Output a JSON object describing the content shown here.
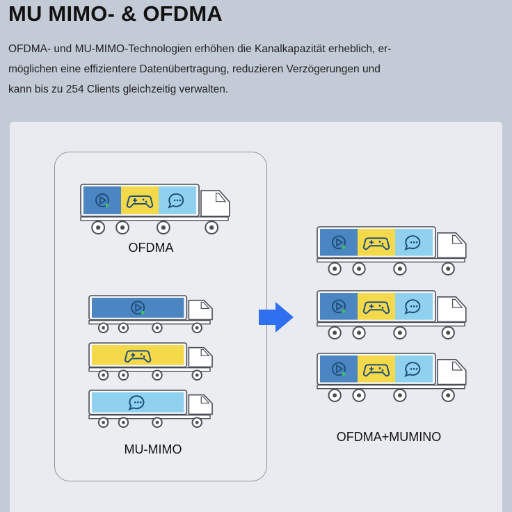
{
  "header": {
    "title": "MU MIMO- & OFDMA",
    "description_lines": [
      "OFDMA- und MU-MIMO-Technologien erhöhen die Kanalkapazität erheblich, er-",
      "möglichen eine effizientere Datenübertragung, reduzieren Verzögerungen und",
      "kann bis zu 254 Clients gleichzeitig verwalten."
    ]
  },
  "diagram": {
    "ofdma_label": "OFDMA",
    "mumimo_label": "MU-MIMO",
    "combined_label": "OFDMA+MUMINO"
  },
  "colors": {
    "video": "#4b86c2",
    "game": "#f4d94a",
    "chat": "#8fd1ef",
    "arrow": "#2f6ff0",
    "icon": "#1f4f7a"
  },
  "icons": [
    "play-icon",
    "gamepad-icon",
    "chat-bubble-icon",
    "right-arrow-icon",
    "truck-icon"
  ]
}
